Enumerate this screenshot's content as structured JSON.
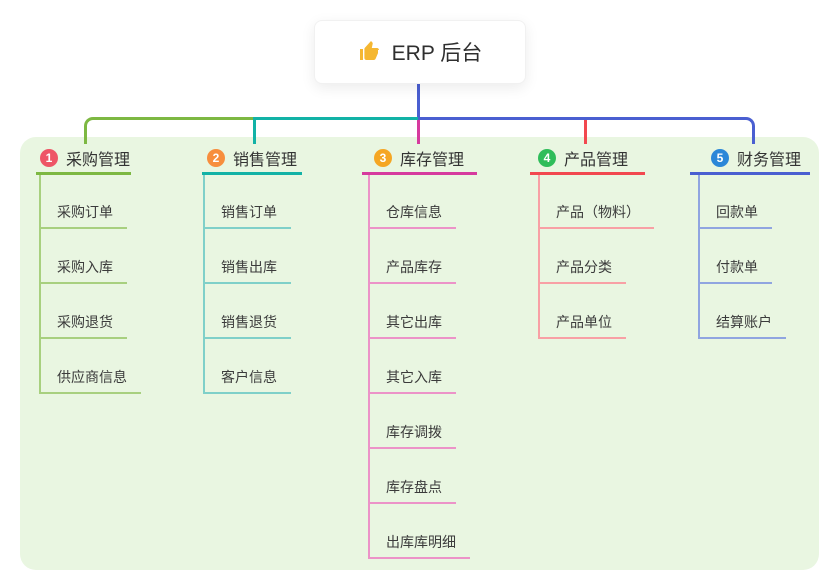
{
  "root": {
    "label": "ERP 后台",
    "icon": "thumbs-up-icon",
    "icon_color": "#f5b731"
  },
  "canvas": {
    "page_background": "#ffffff",
    "panel_background": "#e9f6e1"
  },
  "connector": {
    "root_line_color": "#4a5fd1"
  },
  "branches": [
    {
      "num": "1",
      "label": "采购管理",
      "badge_color": "#ee5566",
      "line_color": "#7db842",
      "item_line_color": "#a8d07f",
      "items": [
        "采购订单",
        "采购入库",
        "采购退货",
        "供应商信息"
      ]
    },
    {
      "num": "2",
      "label": "销售管理",
      "badge_color": "#f78e3d",
      "line_color": "#12b2a6",
      "item_line_color": "#7fd0c9",
      "items": [
        "销售订单",
        "销售出库",
        "销售退货",
        "客户信息"
      ]
    },
    {
      "num": "3",
      "label": "库存管理",
      "badge_color": "#f5a623",
      "line_color": "#d63a9e",
      "item_line_color": "#ec93c8",
      "items": [
        "仓库信息",
        "产品库存",
        "其它出库",
        "其它入库",
        "库存调拨",
        "库存盘点",
        "出库库明细"
      ]
    },
    {
      "num": "4",
      "label": "产品管理",
      "badge_color": "#2fbd5a",
      "line_color": "#f2484f",
      "item_line_color": "#f8a0a5",
      "items": [
        "产品（物料）",
        "产品分类",
        "产品单位"
      ]
    },
    {
      "num": "5",
      "label": "财务管理",
      "badge_color": "#2b87d8",
      "line_color": "#4a5fd1",
      "item_line_color": "#90a5e0",
      "items": [
        "回款单",
        "付款单",
        "结算账户"
      ]
    }
  ]
}
